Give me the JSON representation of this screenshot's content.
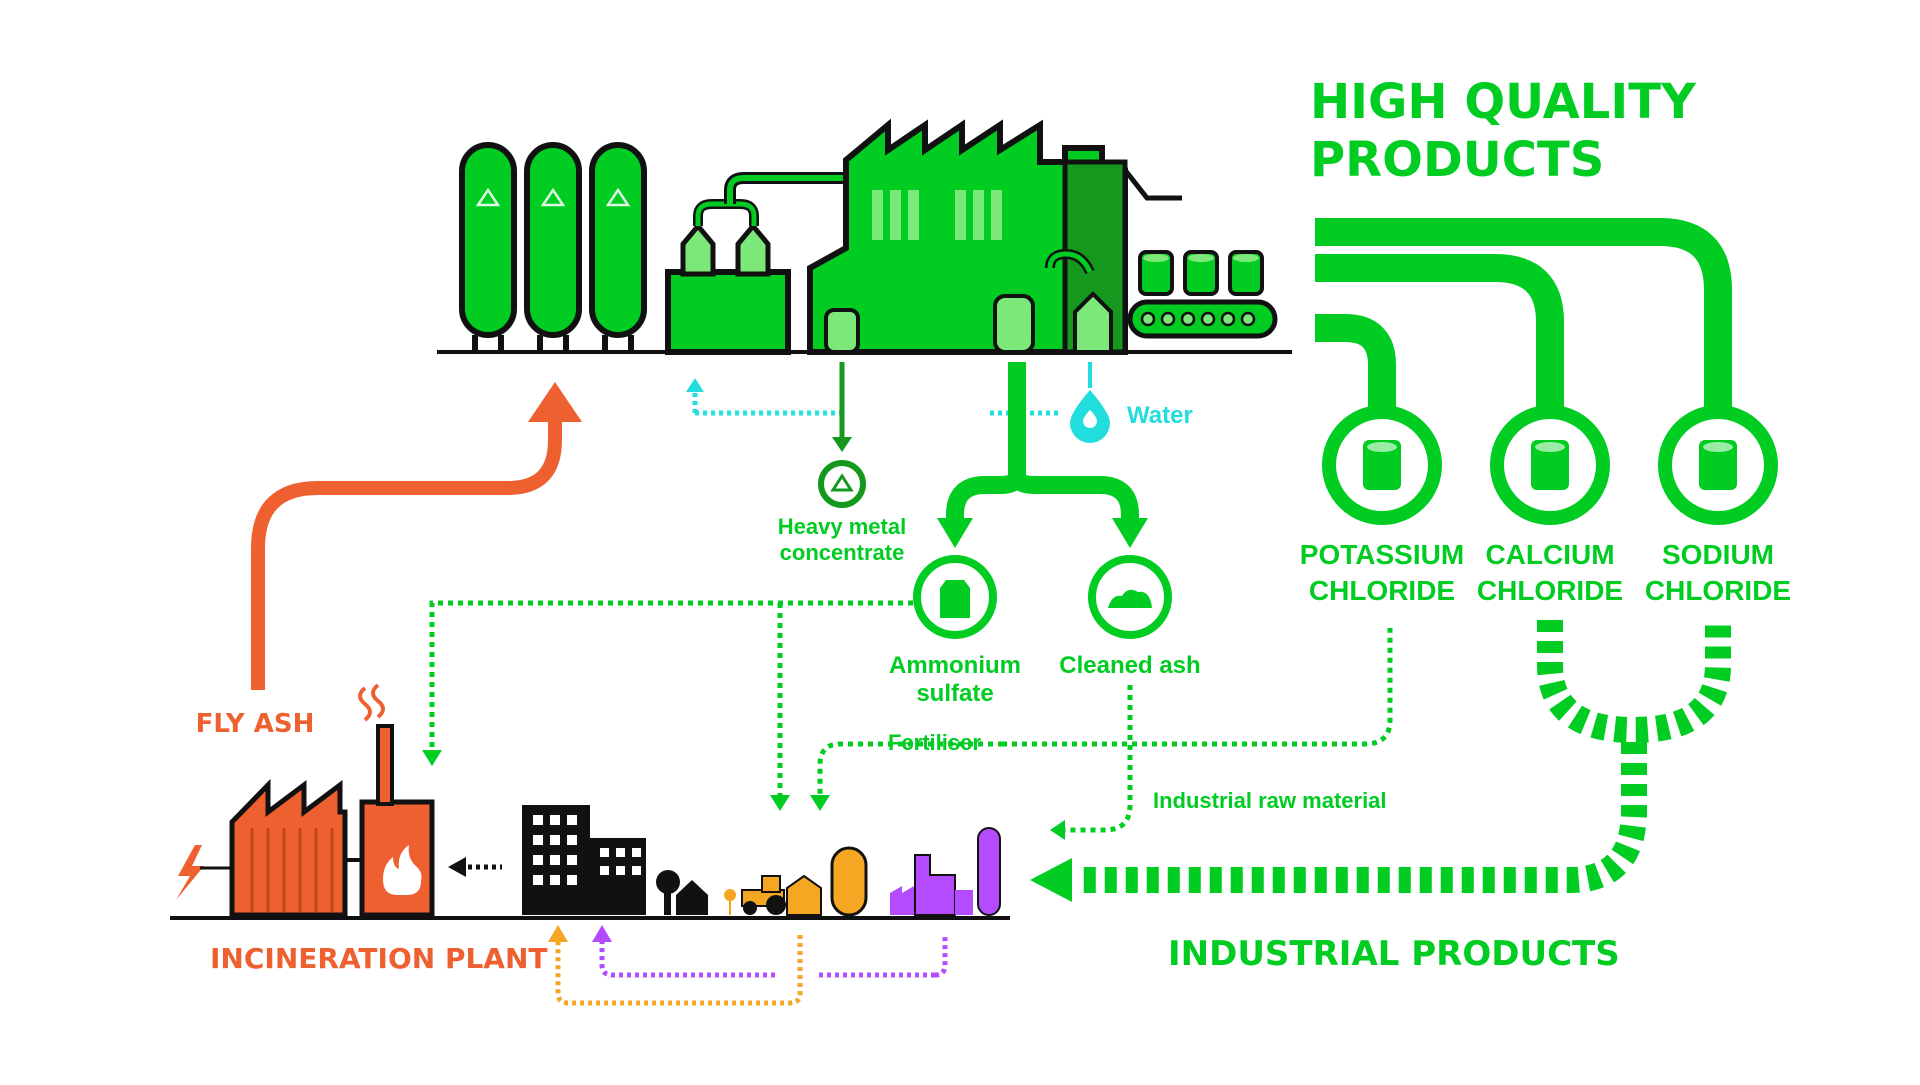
{
  "colors": {
    "green": "#00cc22",
    "green_light": "#7de87a",
    "green_dark": "#14991e",
    "orange": "#ee6030",
    "cyan": "#22dddd",
    "purple": "#b44bff",
    "amber": "#f5a623",
    "black": "#111111"
  },
  "headline": {
    "line1": "HIGH QUALITY",
    "line2": "PRODUCTS"
  },
  "products": [
    {
      "line1": "POTASSIUM",
      "line2": "CHLORIDE",
      "icon": "drum-icon"
    },
    {
      "line1": "CALCIUM",
      "line2": "CHLORIDE",
      "icon": "drum-icon"
    },
    {
      "line1": "SODIUM",
      "line2": "CHLORIDE",
      "icon": "drum-icon"
    }
  ],
  "inputs": {
    "water": "Water"
  },
  "outputs": {
    "heavy_metal_line1": "Heavy metal",
    "heavy_metal_line2": "concentrate",
    "ammonium_line1": "Ammonium",
    "ammonium_line2": "sulfate",
    "cleaned_ash": "Cleaned ash"
  },
  "flows": {
    "fertiliser": "Fertiliser",
    "industrial_raw_material": "Industrial raw material",
    "fly_ash": "FLY ASH"
  },
  "labels": {
    "incineration_plant": "INCINERATION PLANT",
    "industrial_products": "INDUSTRIAL PRODUCTS"
  }
}
